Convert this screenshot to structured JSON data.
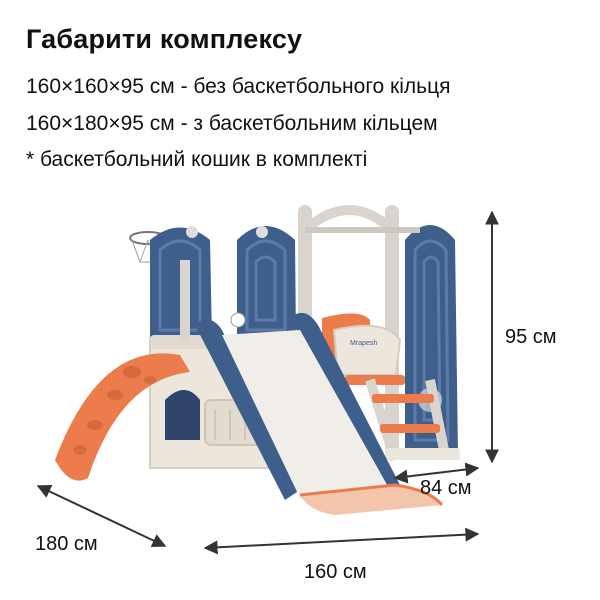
{
  "heading": "Габарити комплексу",
  "specs": [
    "160×160×95 см - без баскетбольного кільця",
    "160×180×95 см - з баскетбольним кільцем",
    "* баскетбольний кошик в комплекті"
  ],
  "dimensions": {
    "height": "95 см",
    "depth": "180 см",
    "width": "160 см",
    "step": "84 см"
  },
  "product": {
    "brand_mark": "Mrapesh"
  },
  "colors": {
    "navy": "#3e5e8c",
    "orange": "#ec7c4c",
    "cream": "#ede6dc",
    "slide_white": "#f1ede8"
  }
}
